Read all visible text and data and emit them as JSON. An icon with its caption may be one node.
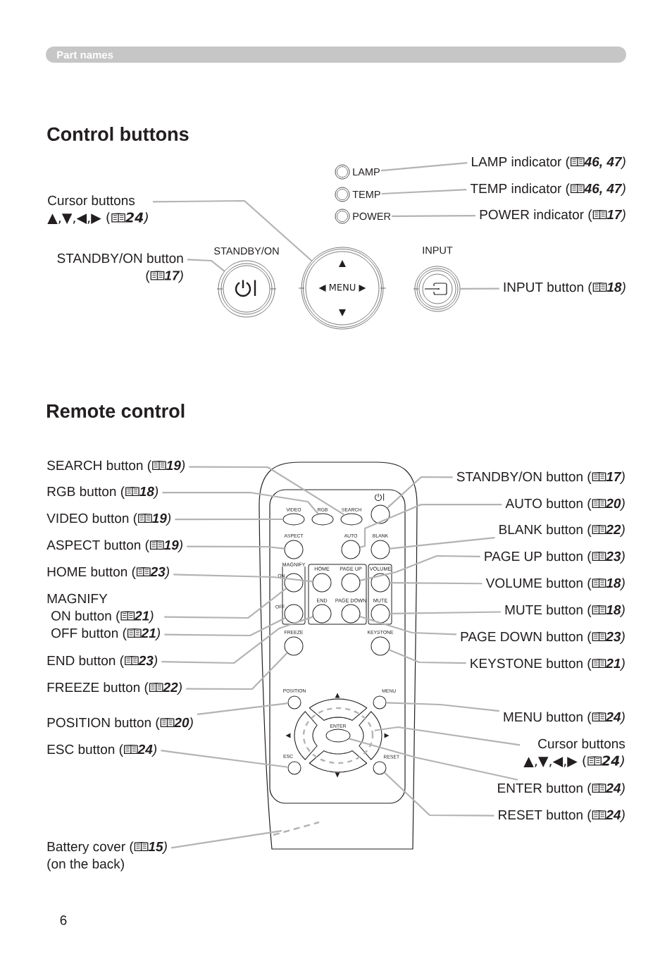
{
  "diagram": {
    "title": "Part names",
    "nodes": [
      {
        "text": [
          "LAMP indicator (",
          "**46, 47**)"
        ]
      },
      {
        "text": [
          "TEMP indicator (",
          "**46, 47**)"
        ]
      },
      {
        "text": [
          "POWER indicator (",
          "**17**)"
        ]
      },
      {
        "text": [
          "Cursor buttons",
          "▲,▼,◀,▶ (",
          "**24**)"
        ]
      },
      {
        "text": [
          "STANDBY/ON button",
          "(",
          "**17**)"
        ]
      },
      {
        "text": [
          "INPUT button (",
          "**18**)"
        ]
      },
      {
        "text": [
          "LAMP"
        ]
      },
      {
        "text": [
          "TEMP"
        ]
      },
      {
        "text": [
          "POWER"
        ]
      },
      {
        "text": [
          "STANDBY/ON"
        ]
      },
      {
        "text": [
          "▲",
          "◀ MENU ▶",
          "▼"
        ]
      },
      {
        "text": [
          "INPUT"
        ]
      },
      {
        "text": [
          "SEARCH button (",
          "**19**)"
        ]
      },
      {
        "text": [
          "RGB button (",
          "**18**)"
        ]
      },
      {
        "text": [
          "VIDEO button (",
          "**19**)"
        ]
      },
      {
        "text": [
          "ASPECT button (",
          "**19**)"
        ]
      },
      {
        "text": [
          "HOME button (",
          "**23**)"
        ]
      },
      {
        "text": [
          "MAGNIFY",
          "ON button (",
          "**21**)",
          "OFF button (",
          "**21**)"
        ]
      },
      {
        "text": [
          "END button (",
          "**23**)"
        ]
      },
      {
        "text": [
          "FREEZE button (",
          "**22**)"
        ]
      },
      {
        "text": [
          "POSITION button (",
          "**20**)"
        ]
      },
      {
        "text": [
          "ESC button (",
          "**24**)"
        ]
      },
      {
        "text": [
          "Battery cover (",
          "**15**)",
          "(on the back)"
        ]
      },
      {
        "text": [
          "STANDBY/ON button (",
          "**17**)"
        ]
      },
      {
        "text": [
          "AUTO button (",
          "**20**)"
        ]
      },
      {
        "text": [
          "BLANK button (",
          "**22**)"
        ]
      },
      {
        "text": [
          "PAGE UP button (",
          "**23**)"
        ]
      },
      {
        "text": [
          "VOLUME button (",
          "**18**)"
        ]
      },
      {
        "text": [
          "MUTE button (",
          "**18**)"
        ]
      },
      {
        "text": [
          "PAGE DOWN button (",
          "**23**)"
        ]
      },
      {
        "text": [
          "KEYSTONE button (",
          "**21**)"
        ]
      },
      {
        "text": [
          "MENU button (",
          "**24**)"
        ]
      },
      {
        "text": [
          "Cursor buttons",
          "▲,▼,◀,▶ (",
          "**24**)"
        ]
      },
      {
        "text": [
          "ENTER button (",
          "**24**)"
        ]
      },
      {
        "text": [
          "RESET button (",
          "**24**)"
        ]
      },
      {
        "text": [
          "VIDEO"
        ]
      },
      {
        "text": [
          "RGB"
        ]
      },
      {
        "text": [
          "SEARCH"
        ]
      },
      {
        "text": [],
        "shape": "circle"
      },
      {
        "text": [
          "ASPECT"
        ]
      },
      {
        "text": [
          "AUTO"
        ]
      },
      {
        "text": [
          "BLANK"
        ]
      },
      {
        "text": [
          "MAGNIFY"
        ]
      },
      {
        "text": [
          "ON"
        ],
        "in": 42
      },
      {
        "text": [
          "OFF"
        ],
        "in": 42
      },
      {
        "text": [],
        "shape": "box"
      },
      {
        "text": [
          "HOME"
        ],
        "in": 45
      },
      {
        "text": [
          "PAGE UP"
        ],
        "in": 45
      },
      {
        "text": [
          "END"
        ],
        "in": 45
      },
      {
        "text": [
          "PAGE DOWN"
        ],
        "in": 45
      },
      {
        "text": [],
        "shape": "box"
      },
      {
        "text": [
          "VOLUME"
        ],
        "in": 50
      },
      {
        "text": [
          "MUTE"
        ],
        "in": 50
      },
      {
        "text": [
          "FREEZE"
        ]
      },
      {
        "text": [
          "KEYSTONE"
        ]
      },
      {
        "text": [
          "POSITION"
        ]
      },
      {
        "text": [
          "MENU"
        ]
      },
      {
        "text": [],
        "shape": "ring"
      },
      {
        "text": [
          "ENTER"
        ],
        "in": 57
      },
      {
        "text": [
          "ESC"
        ]
      },
      {
        "text": [
          "RESET"
        ]
      },
      {
        "text": [],
        "shape": "line"
      }
    ],
    "edges": [
      {
        "from": 0,
        "to": 6,
        "arrow": "none"
      },
      {
        "from": 1,
        "to": 7,
        "arrow": "none"
      },
      {
        "from": 2,
        "to": 8,
        "arrow": "none"
      },
      {
        "from": 3,
        "to": 10,
        "arrow": "none"
      },
      {
        "from": 4,
        "to": 9,
        "arrow": "none"
      },
      {
        "from": 5,
        "to": 11,
        "arrow": "none"
      },
      {
        "from": 12,
        "to": 37,
        "arrow": "none"
      },
      {
        "from": 13,
        "to": 36,
        "arrow": "none"
      },
      {
        "from": 14,
        "to": 35,
        "arrow": "none"
      },
      {
        "from": 15,
        "to": 39,
        "arrow": "none"
      },
      {
        "from": 16,
        "to": 46,
        "arrow": "none"
      },
      {
        "from": 17,
        "to": 43,
        "arrow": "none"
      },
      {
        "from": 17,
        "to": 44,
        "arrow": "none"
      },
      {
        "from": 18,
        "to": 48,
        "arrow": "none"
      },
      {
        "from": 19,
        "to": 53,
        "arrow": "none"
      },
      {
        "from": 20,
        "to": 55,
        "arrow": "none"
      },
      {
        "from": 21,
        "to": 59,
        "arrow": "none"
      },
      {
        "from": 22,
        "to": 61,
        "arrow": "none"
      },
      {
        "from": 23,
        "to": 38,
        "arrow": "none"
      },
      {
        "from": 24,
        "to": 40,
        "arrow": "none"
      },
      {
        "from": 25,
        "to": 41,
        "arrow": "none"
      },
      {
        "from": 26,
        "to": 47,
        "arrow": "none"
      },
      {
        "from": 27,
        "to": 51,
        "arrow": "none"
      },
      {
        "from": 28,
        "to": 52,
        "arrow": "none"
      },
      {
        "from": 29,
        "to": 49,
        "arrow": "none"
      },
      {
        "from": 30,
        "to": 54,
        "arrow": "none"
      },
      {
        "from": 31,
        "to": 56,
        "arrow": "none"
      },
      {
        "from": 32,
        "to": 57,
        "arrow": "none"
      },
      {
        "from": 33,
        "to": 58,
        "arrow": "none"
      },
      {
        "from": 34,
        "to": 60,
        "arrow": "none"
      }
    ],
    "labels": [
      "Control buttons",
      "Remote control",
      "▲",
      "▼",
      "◀",
      "▶",
      "6"
    ]
  }
}
